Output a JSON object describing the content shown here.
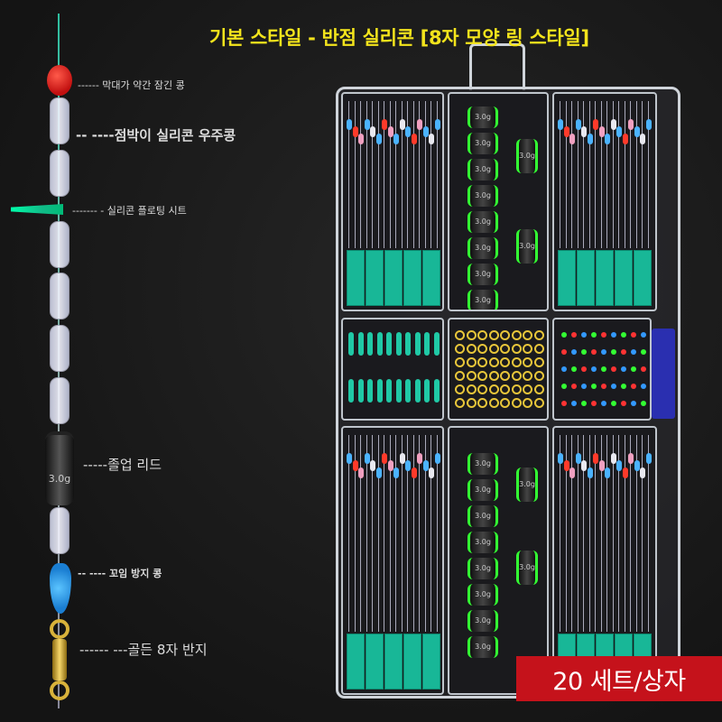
{
  "title": "기본 스타일 - 반점 실리콘 [8자 모양 링 스타일]",
  "badge": "20 세트/상자",
  "labels": {
    "stopper": "------ 막대가 약간 잠긴 콩",
    "space_bean": "-- ----점박이 실리콘 우주콩",
    "float_seat": "------- - 실리콘 플로팅 시트",
    "sinker": "-----졸업 리드",
    "anti_tangle": "-- ---- 꼬임 방지 콩",
    "swivel": "------  ---골든 8자 반지"
  },
  "sinker_weight": "3.0g",
  "colors": {
    "title": "#f3e41c",
    "badge": "#c5121b",
    "teal": "#18b797"
  }
}
